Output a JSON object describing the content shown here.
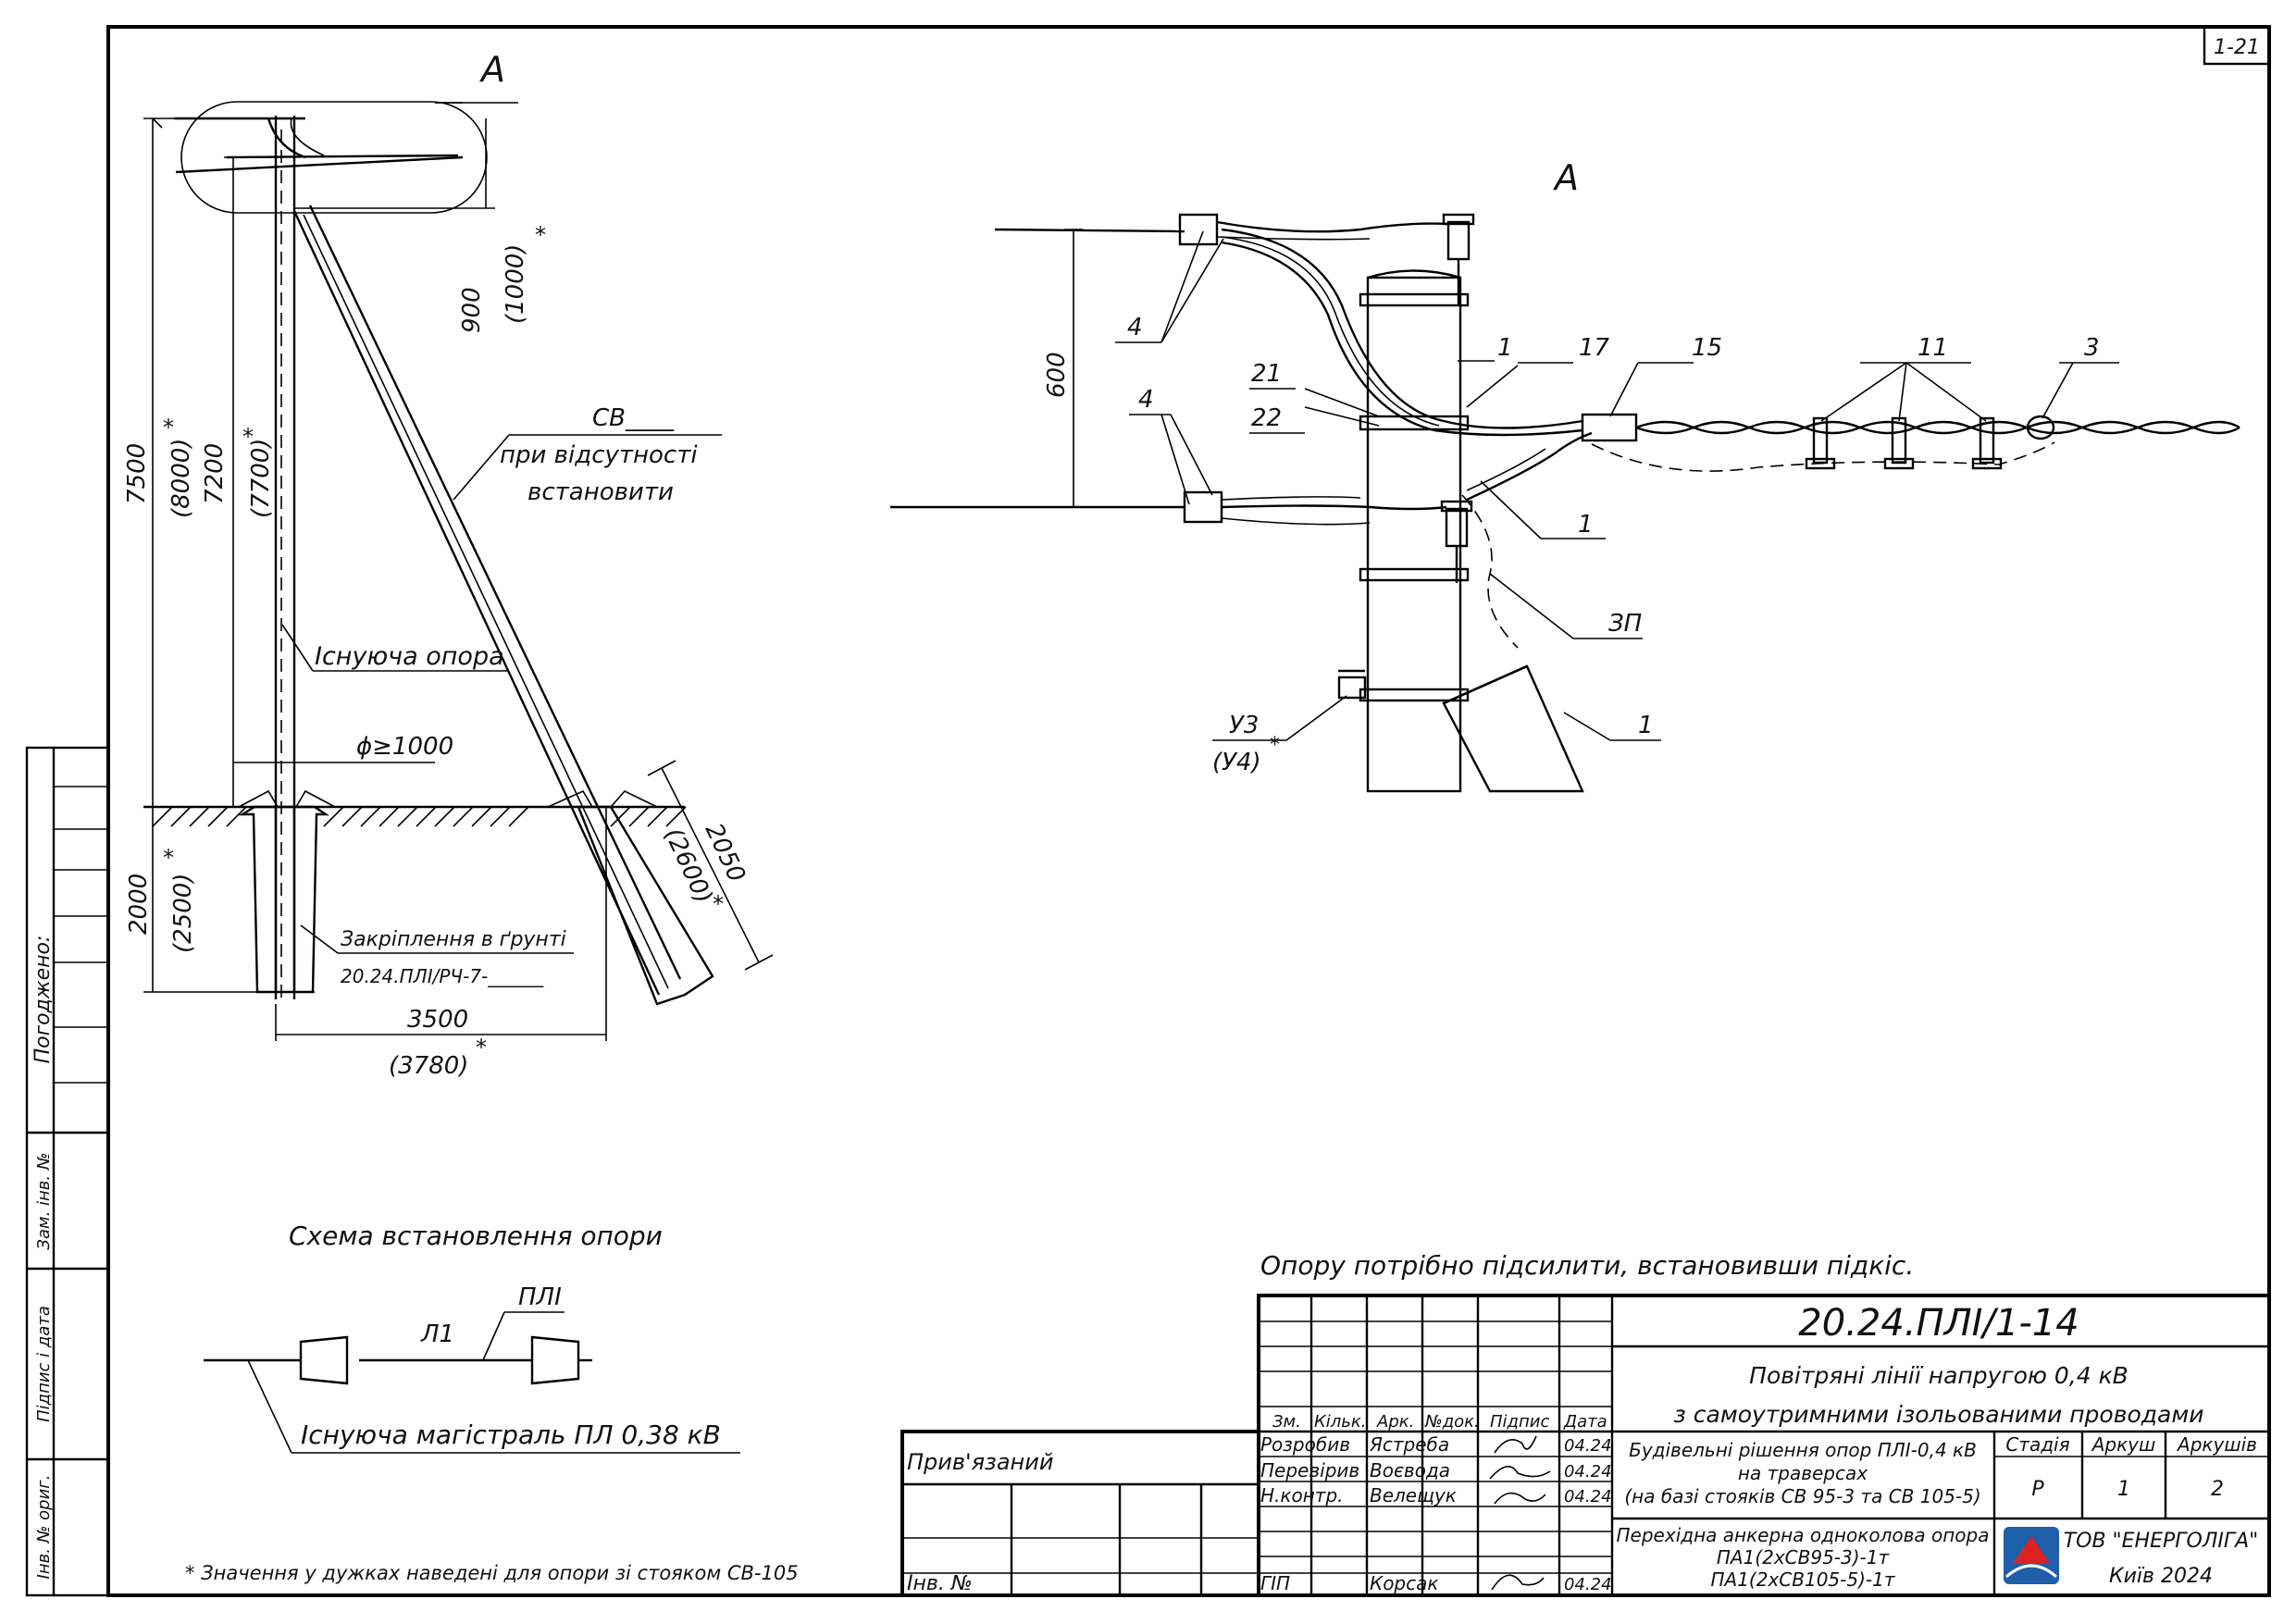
{
  "sheet_number": "1-21",
  "left_strip": {
    "agreed": "Погоджено:",
    "replacement_inv": "Зам. інв. №",
    "signature_date": "Підпис і дата",
    "original_inv": "Інв. № ориг."
  },
  "drawing": {
    "view_label": "A",
    "detail_label": "A",
    "dims": {
      "d900": "900",
      "d1000": "(1000)",
      "d7500": "7500",
      "d8000": "(8000)",
      "d7200": "7200",
      "d7700": "(7700)",
      "d2000": "2000",
      "d2500": "(2500)",
      "d3500": "3500",
      "d3780": "(3780)",
      "d2050": "2050",
      "d2600": "(2600)",
      "d600": "600",
      "star": "*"
    },
    "labels": {
      "brace_code": "СВ____",
      "brace_note1": "при відсутності",
      "brace_note2": "встановити",
      "existing_pole": "Існуюча опора",
      "diameter": "ϕ≥1000",
      "ground_fix": "Закріплення в ґрунті",
      "ground_fix_code": "20.24.ПЛІ/РЧ-7-______"
    },
    "callouts": {
      "c4a": "4",
      "c4b": "4",
      "c21": "21",
      "c22": "22",
      "c1a": "1",
      "c17": "17",
      "c15": "15",
      "c11": "11",
      "c3": "3",
      "c1b": "1",
      "c3p": "ЗП",
      "c1c": "1",
      "cu3": "У3",
      "cu4": "(У4)"
    }
  },
  "scheme": {
    "title": "Схема встановлення опори",
    "label_pli": "ПЛІ",
    "label_l1": "Л1",
    "label_existing": "Існуюча магістраль ПЛ 0,38 кВ"
  },
  "notes": {
    "reinforce": "Опору потрібно підсилити, встановивши підкіс.",
    "footnote": "* Значення у дужках наведені для опори зі стояком СВ-105"
  },
  "title_block": {
    "code": "20.24.ПЛІ/1-14",
    "project_line1": "Повітряні лінії напругою 0,4 кВ",
    "project_line2": "з самоутримними ізольованими проводами",
    "section_line1": "Будівельні рішення опор ПЛІ-0,4 кВ",
    "section_line2": "на траверсах",
    "section_line3": "(на базі стояків СВ 95-3 та СВ 105-5)",
    "sheet_title1": "Перехідна анкерна одноколова опора",
    "sheet_title2": "ПА1(2хСВ95-3)-1т",
    "sheet_title3": "ПА1(2хСВ105-5)-1т",
    "header": {
      "zm": "Зм.",
      "kilk": "Кільк.",
      "ark": "Арк.",
      "ndok": "№док.",
      "pidpys": "Підпис",
      "data": "Дата"
    },
    "roles": [
      {
        "role": "Розробив",
        "name": "Ястреба",
        "date": "04.24"
      },
      {
        "role": "Перевірив",
        "name": "Воєвода",
        "date": "04.24"
      },
      {
        "role": "Н.контр.",
        "name": "Велещук",
        "date": "04.24"
      },
      {
        "role": "ГІП",
        "name": "Корсак",
        "date": "04.24"
      }
    ],
    "stage_label": "Стадія",
    "sheet_label": "Аркуш",
    "sheets_label": "Аркушів",
    "stage": "Р",
    "sheet": "1",
    "sheets": "2",
    "company": "ТОВ \"ЕНЕРГОЛІГА\"",
    "city_year": "Київ 2024",
    "attached": "Прив'язаний",
    "inv_no": "Інв. №"
  }
}
